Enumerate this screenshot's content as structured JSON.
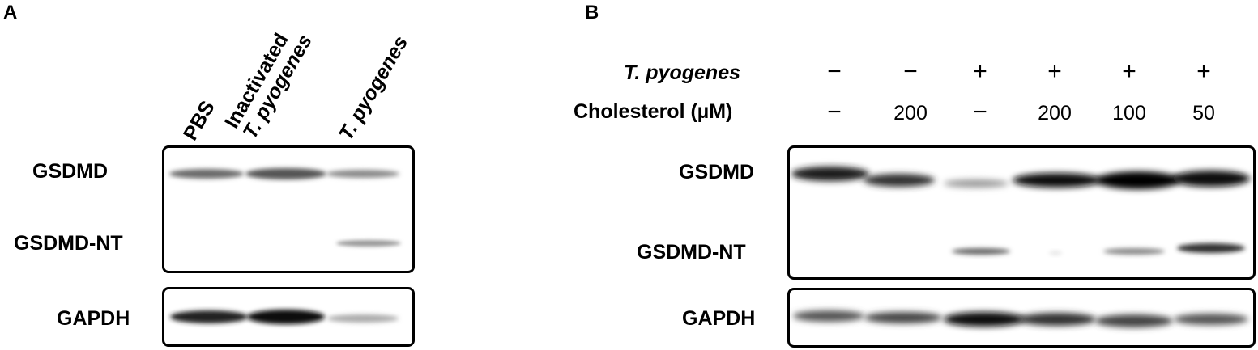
{
  "panel_a": {
    "letter": "A",
    "lanes": [
      {
        "line1": "PBS",
        "line2": ""
      },
      {
        "line1": "Inactivated",
        "line2": "T. pyogenes"
      },
      {
        "line1": "T. pyogenes",
        "line2": ""
      }
    ],
    "bands": {
      "gsdmd": "GSDMD",
      "gsdmd_nt": "GSDMD-NT",
      "gapdh": "GAPDH"
    }
  },
  "panel_b": {
    "letter": "B",
    "row1_label": "T. pyogenes",
    "row2_label": "Cholesterol (µM)",
    "pyogenes": [
      "−",
      "−",
      "+",
      "+",
      "+",
      "+"
    ],
    "cholesterol": [
      "−",
      "200",
      "−",
      "200",
      "100",
      "50"
    ],
    "bands": {
      "gsdmd": "GSDMD",
      "gsdmd_nt": "GSDMD-NT",
      "gapdh": "GAPDH"
    }
  }
}
